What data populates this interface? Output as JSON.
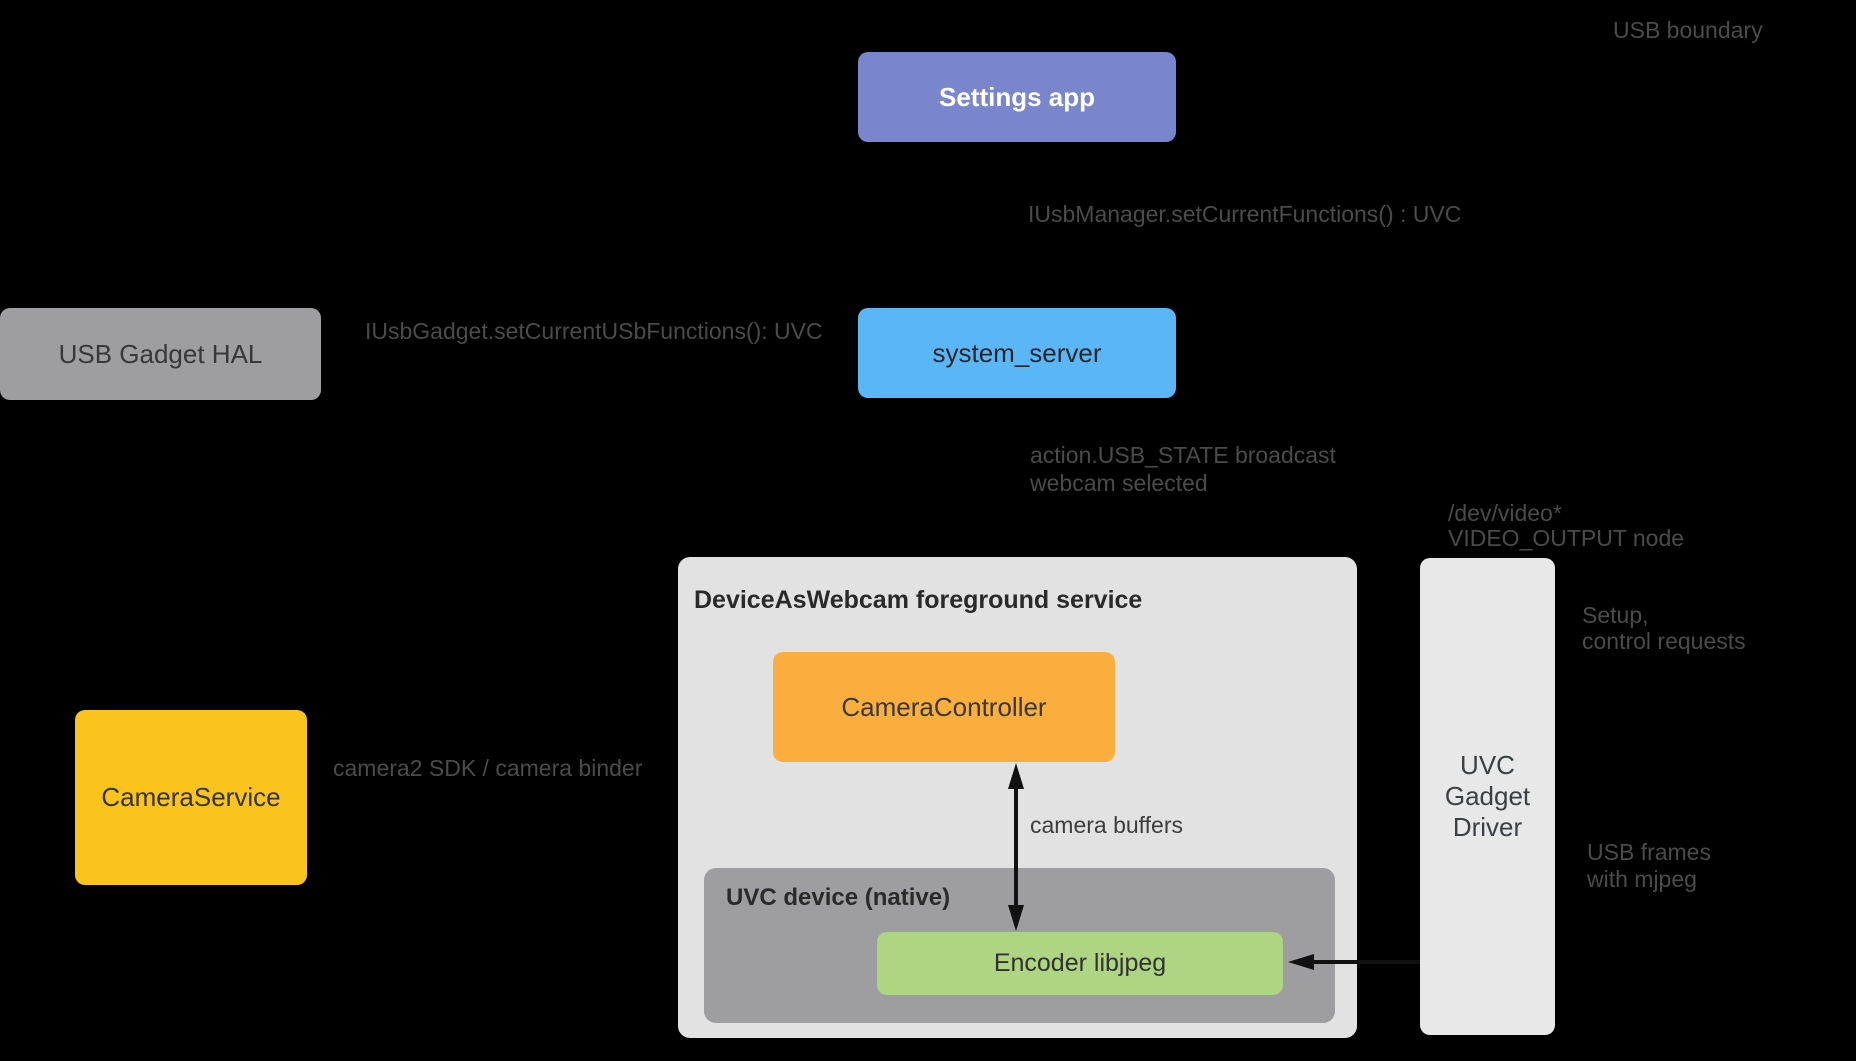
{
  "diagram_title": "DeviceAsWebcam architecture diagram",
  "background_color": "#000000",
  "nodes": {
    "settings_app": {
      "label": "Settings app",
      "bg": "#7986CB",
      "text_color": "#FFFFFF"
    },
    "usb_gadget_hal": {
      "label": "USB Gadget HAL",
      "bg": "#9E9EA0"
    },
    "system_server": {
      "label": "system_server",
      "bg": "#5BB6F6"
    },
    "camera_service": {
      "label": "CameraService",
      "bg": "#FBC41C"
    },
    "daw_service": {
      "title": "DeviceAsWebcam foreground service",
      "bg": "#E2E2E2"
    },
    "camera_controller": {
      "label": "CameraController",
      "bg": "#FAAE3E"
    },
    "uvc_device": {
      "title": "UVC device (native)",
      "bg": "#9E9EA0"
    },
    "encoder": {
      "label": "Encoder libjpeg",
      "bg": "#AED581"
    },
    "uvc_gadget_driver": {
      "line1": "UVC",
      "line2": "Gadget",
      "line3": "Driver",
      "bg": "#E8E8E8"
    }
  },
  "annotations": {
    "usb_boundary": "USB boundary",
    "iusbmanager_call": "IUsbManager.setCurrentFunctions() : UVC",
    "iusbgadget_call": "IUsbGadget.setCurrentUSbFunctions(): UVC",
    "usb_state_line1": "action.USB_STATE broadcast",
    "usb_state_line2": "webcam selected",
    "devvideo_line1": "/dev/video*",
    "devvideo_line2": "VIDEO_OUTPUT node",
    "setup_line1": "Setup,",
    "setup_line2": "control requests",
    "usb_frames_line1": "USB frames",
    "usb_frames_line2": "with mjpeg",
    "camera2_sdk": "camera2 SDK / camera binder",
    "camera_buffers": "camera buffers"
  },
  "arrows": [
    {
      "name": "camera-buffers-arrow",
      "type": "vertical-double-headed",
      "from": "CameraController",
      "to": "Encoder libjpeg",
      "color": "#111111"
    },
    {
      "name": "usb-frames-arrow",
      "type": "horizontal-left-headed",
      "from": "UVC Gadget Driver",
      "to": "Encoder libjpeg",
      "color": "#111111"
    }
  ]
}
